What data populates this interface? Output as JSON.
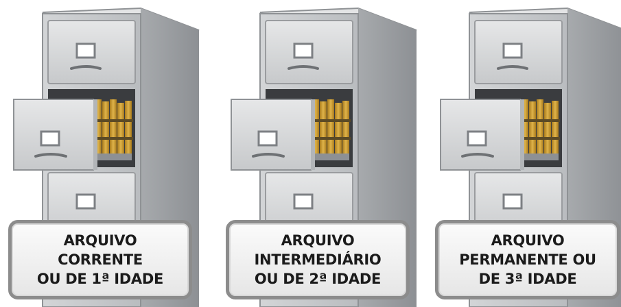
{
  "cabinets": [
    {
      "lines": [
        "ARQUIVO",
        "CORRENTE",
        "OU DE 1ª IDADE"
      ]
    },
    {
      "lines": [
        "ARQUIVO",
        "INTERMEDIÁRIO",
        "OU DE 2ª IDADE"
      ]
    },
    {
      "lines": [
        "ARQUIVO",
        "PERMANENTE OU",
        "DE 3ª IDADE"
      ]
    }
  ],
  "colors": {
    "cabinet_body": "#c4c6c8",
    "cabinet_side": "#9fa2a5",
    "drawer_face": "#d9dadb",
    "folder_gold": "#c9952b",
    "label_border": "#8c8c8c"
  },
  "icons": [
    "file-cabinet-icon",
    "folder-icon"
  ]
}
